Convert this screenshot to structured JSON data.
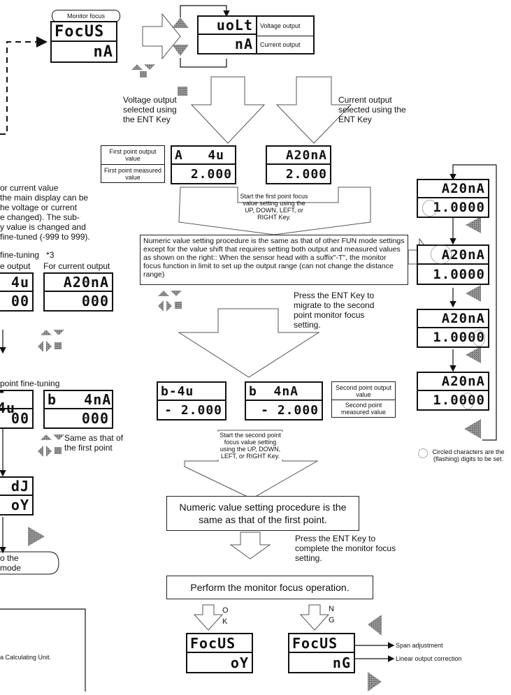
{
  "monitor_focus_pill": "Monitor focus",
  "top_display": {
    "top": "FocUS",
    "bottom": "nA"
  },
  "select_display": {
    "top": "uoLt",
    "bottom": "nA"
  },
  "select_labels": {
    "volt": "Voltage output",
    "curr": "Current output"
  },
  "voltage_selected": "Voltage output selected using the ENT Key",
  "current_selected": "Current output selected using the ENT Key",
  "first_point": {
    "label_output": "First point output value",
    "label_measured": "First point measured value",
    "volt_display": {
      "top": "A   4u",
      "bottom": "2.000"
    },
    "curr_display": {
      "top": "A20nA",
      "bottom": "2.000"
    }
  },
  "start_first": "Start the first point focus value setting using the UP, DOWN, LEFT, or RIGHT Key.",
  "numeric_main": "Numeric value setting procedure is the same as that of other FUN mode settings except for the value shift that requires setting both output and measured values as shown on the right:: When the sensor head with a suffix\"-T\", the monitor focus function in limit to set up the output range (can not change the distance range)",
  "press_ent_second": "Press the ENT Key to migrate to the second point monitor focus setting.",
  "second_point": {
    "volt_display": {
      "top": "b-4u",
      "bottom": "- 2.000"
    },
    "curr_display": {
      "top": "b  4nA",
      "bottom": "- 2.000"
    },
    "label_output": "Second point output value",
    "label_measured": "Second point measured value"
  },
  "start_second": "Start the second point focus value setting using the UP, DOWN, LEFT, or RIGHT Key.",
  "numeric_same": "Numeric value setting procedure is the same as that of the first point.",
  "press_ent_complete": "Press the ENT Key to complete the monitor focus setting.",
  "perform": "Perform the monitor focus operation.",
  "ok_label": {
    "o": "O",
    "k": "K"
  },
  "ng_label": {
    "n": "N",
    "g": "G"
  },
  "ok_display": {
    "top": "FocUS",
    "bottom": "oY"
  },
  "ng_display": {
    "top": "FocUS",
    "bottom": "nG"
  },
  "span_adjustment": "Span adjustment",
  "linear_correction": "Linear output correction",
  "right_sequence": [
    {
      "top": "A20nA",
      "bottom": "1.0000"
    },
    {
      "top": "A20nA",
      "bottom": "1.0000"
    },
    {
      "top": "A20nA",
      "bottom": "1.0000"
    },
    {
      "top": "A20nA",
      "bottom": "1.0000"
    }
  ],
  "circled_note": "Circled characters are the (flashing) digits to be set.",
  "left_text": {
    "line1": "or current value",
    "line2": "the main display can be",
    "line3": "he voltage or current",
    "line4": "e changed).  The sub-",
    "line5": "y value is changed and",
    "line6": "fine-tuned (-999 to 999).",
    "finetune": "fine-tuning   *3",
    "e_output": "e output",
    "for_current": "For current output",
    "point_finetune": "point fine-tuning",
    "same_first": "Same as that of the first point",
    "to_the": "o the",
    "mode": "mode",
    "calc_unit": "a Calculating Unit."
  },
  "left_displays": {
    "d1": {
      "top": "4u",
      "bottom": "00"
    },
    "d2": {
      "top": "A20nA",
      "bottom": "000"
    },
    "d3": {
      "top": "- 4u",
      "bottom": "00"
    },
    "d4": {
      "top": "b   4nA",
      "bottom": "000"
    },
    "d5": {
      "top": "dJ",
      "bottom": "oY"
    }
  }
}
